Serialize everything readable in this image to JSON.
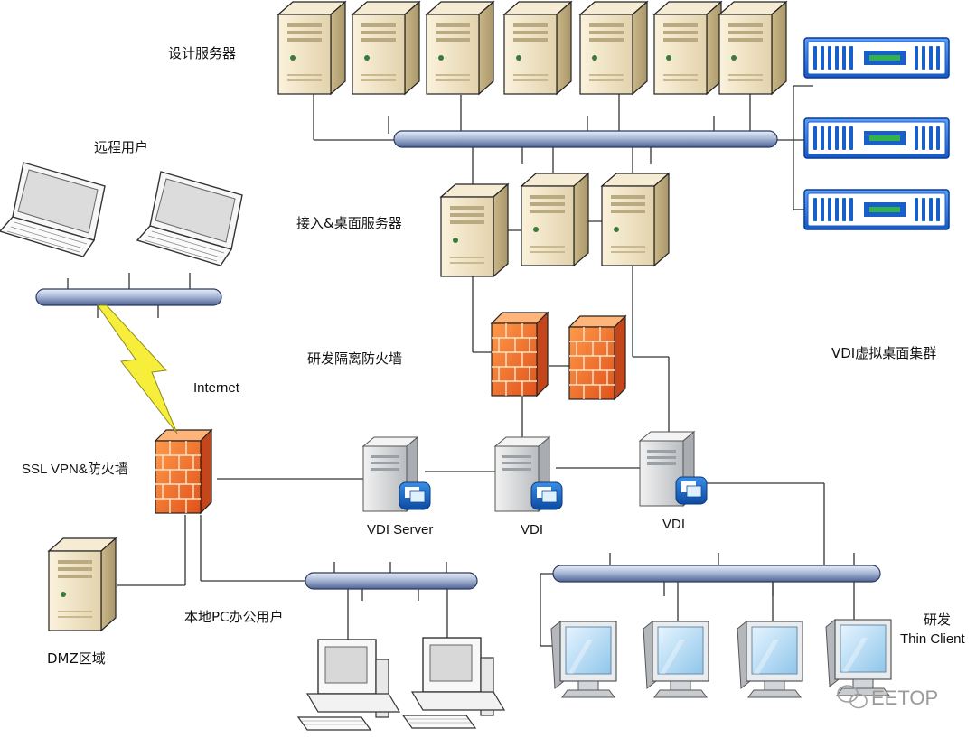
{
  "labels": {
    "design_servers": "设计服务器",
    "remote_users": "远程用户",
    "access_desktop_servers": "接入&桌面服务器",
    "rd_isolation_firewall": "研发隔离防火墙",
    "internet": "Internet",
    "ssl_vpn_firewall": "SSL VPN&防火墙",
    "vdi_cluster": "VDI虚拟桌面集群",
    "vdi_server": "VDI Server",
    "vdi_1": "VDI",
    "vdi_2": "VDI",
    "local_pc_users": "本地PC办公用户",
    "dmz_zone": "DMZ区域",
    "rd_line1": "研发",
    "rd_line2": "Thin Client",
    "watermark": "EETOP"
  }
}
